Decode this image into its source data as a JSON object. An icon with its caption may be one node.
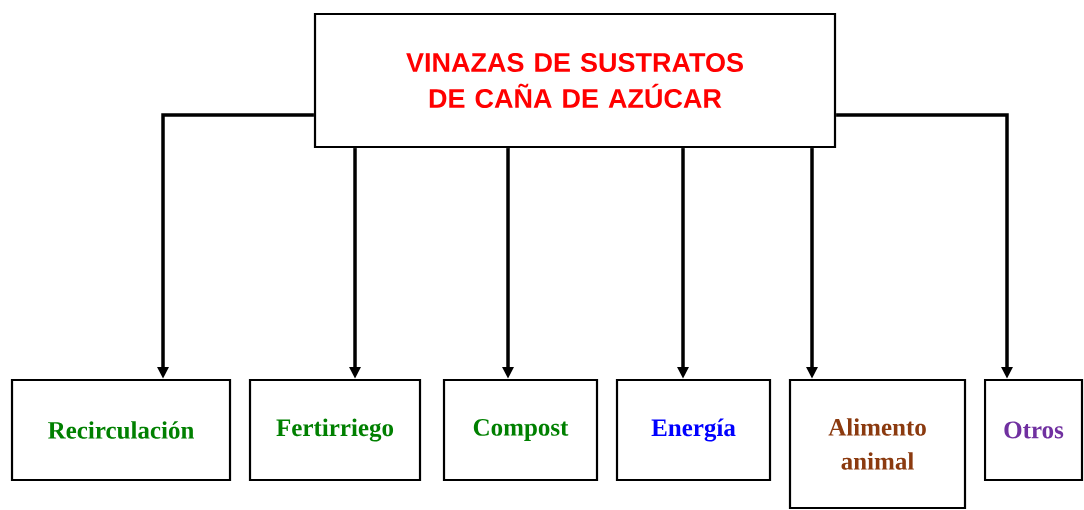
{
  "diagram": {
    "nodes": [
      {
        "text": [
          "VINAZAS DE SUSTRATOS DE CAÑA DE AZÚCAR"
        ]
      },
      {
        "text": [
          "Recirculación"
        ]
      },
      {
        "text": [
          "Fertirriego"
        ]
      },
      {
        "text": [
          "Compost"
        ]
      },
      {
        "text": [
          "Energía"
        ]
      },
      {
        "text": [
          "Alimento animal"
        ]
      },
      {
        "text": [
          "Otros"
        ]
      }
    ],
    "edges": [
      {
        "from": 0,
        "to": 1,
        "arrow": "to"
      },
      {
        "from": 0,
        "to": 2,
        "arrow": "to"
      },
      {
        "from": 0,
        "to": 3,
        "arrow": "to"
      },
      {
        "from": 0,
        "to": 4,
        "arrow": "to"
      },
      {
        "from": 0,
        "to": 5,
        "arrow": "to"
      },
      {
        "from": 0,
        "to": 6,
        "arrow": "to"
      }
    ]
  }
}
